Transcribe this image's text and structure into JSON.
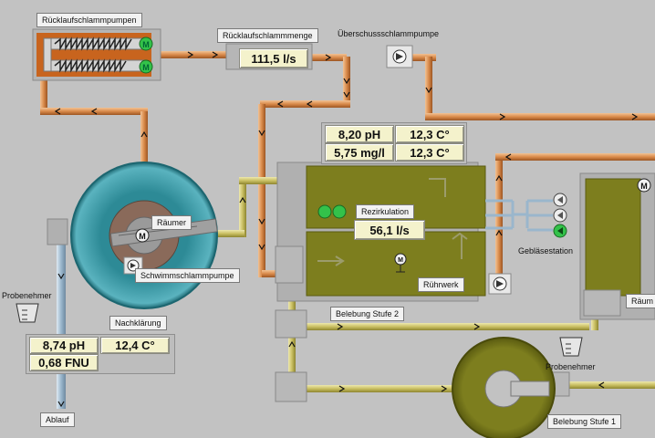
{
  "labels": {
    "ruecklaufschlammpumpen": "Rücklaufschlammpumpen",
    "ruecklaufschlammmenge": "Rücklaufschlammmenge",
    "ueberschussschlammpumpe": "Überschussschlammpumpe",
    "raeumer_clarifier": "Räumer",
    "schwimmschlammpumpe": "Schwimmschlammpumpe",
    "probenehmer_left": "Probenehmer",
    "nachklaerung": "Nachklärung",
    "ablauf": "Ablauf",
    "rezirkulation": "Rezirkulation",
    "ruehrwerk": "Rührwerk",
    "geblaesestation": "Gebläsestation",
    "raeumer_right": "Räum",
    "belebung_stufe_2": "Belebung  Stufe 2",
    "probenehmer_bottom": "Probenehmer",
    "belebung_stufe_1": "Belebung  Stufe 1"
  },
  "values": {
    "ruecklauf_flow": "111,5 l/s",
    "ph_belebung": "8,20 pH",
    "temp_belebung_1": "12,3 C°",
    "o2_belebung": "5,75 mg/l",
    "temp_belebung_2": "12,3 C°",
    "rezirkulation_flow": "56,1 l/s",
    "ph_ablauf": "8,74 pH",
    "temp_ablauf": "12,4 C°",
    "turbidity_ablauf": "0,68 FNU"
  },
  "motor_letter": "M",
  "colors": {
    "background": "#c2c2c2",
    "sludge_pipe": "#d98a4a",
    "aeration_pipe": "#c9bf62",
    "effluent_pipe": "#9ab6cc",
    "clarifier_water": "#2d8a96",
    "basin": "#7d7e1e",
    "pump_box": "#c8641e",
    "motor_on": "#33c24a"
  },
  "icons": [
    "motor-icon",
    "pump-icon",
    "sampler-icon",
    "blower-icon",
    "flow-arrow-icon",
    "agitator-icon"
  ]
}
